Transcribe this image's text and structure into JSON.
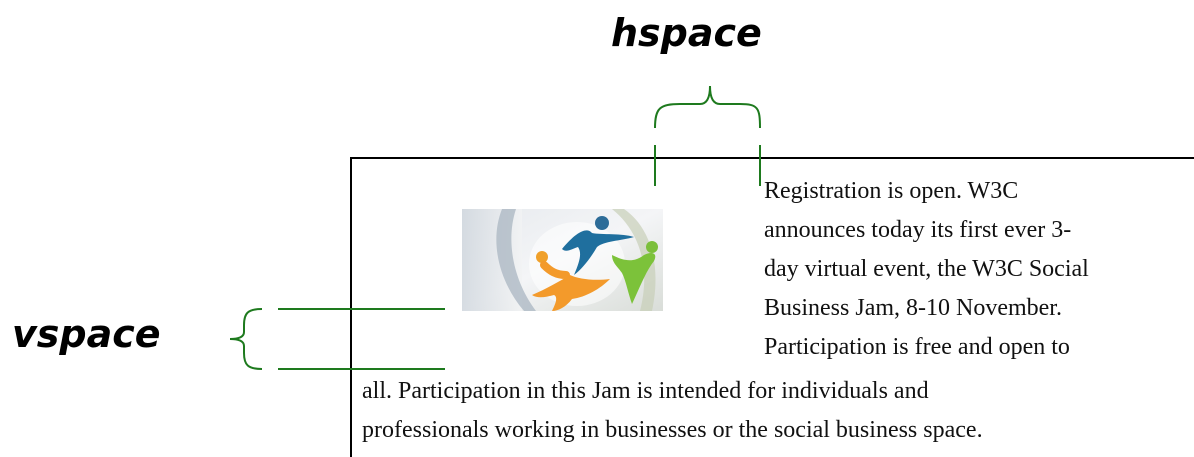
{
  "labels": {
    "hspace": "hspace",
    "vspace": "vspace"
  },
  "paragraph_lines": [
    "Registration is open. W3C",
    "announces today its first ever 3-",
    "day virtual event, the W3C Social",
    "Business Jam, 8-10 November.",
    "Participation is free and open to",
    "all. Participation in this Jam is intended for individuals and",
    "professionals working in businesses or the social business space."
  ],
  "colors": {
    "annotation": "#1e7a1e",
    "text": "#111111",
    "frame": "#000000"
  },
  "icons": {
    "logo": "w3c-social-business-jam-logo"
  }
}
